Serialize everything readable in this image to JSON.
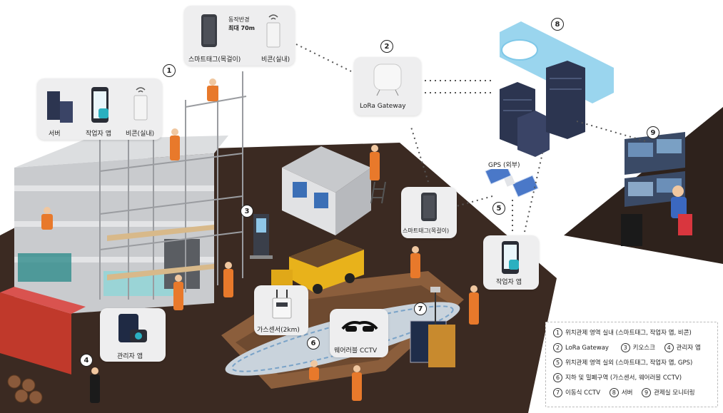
{
  "callouts": {
    "server": "서버",
    "worker_app_1": "작업자 앱",
    "beacon_1": "비콘(실내)",
    "range_line1": "동작반경",
    "range_line2": "최대 70m",
    "smart_tag_1": "스마트태그(목걸이)",
    "beacon_2": "비콘(실내)",
    "lora": "LoRa Gateway",
    "gps": "GPS (외부)",
    "smart_tag_2": "스마트태그(목걸이)",
    "worker_app_2": "작업자 앱",
    "manager_app": "관리자 앱",
    "gas_sensor": "가스센서(2km)",
    "wearable_cctv": "웨어러블 CCTV"
  },
  "markers": [
    "1",
    "2",
    "3",
    "4",
    "5",
    "6",
    "7",
    "8",
    "9"
  ],
  "legend": {
    "items": [
      {
        "n": "1",
        "text": "위치관제 영역 실내 (스마트태그, 작업자 앱, 비콘)"
      },
      {
        "n": "2",
        "text": "LoRa Gateway"
      },
      {
        "n": "3",
        "text": "키오스크"
      },
      {
        "n": "4",
        "text": "관리자 앱"
      },
      {
        "n": "5",
        "text": "위치관제 영역 실외 (스마트태그, 작업자 앱, GPS)"
      },
      {
        "n": "6",
        "text": "지하 및 밀폐구역 (가스센서, 웨어러블 CCTV)"
      },
      {
        "n": "7",
        "text": "이동식 CCTV"
      },
      {
        "n": "8",
        "text": "서버"
      },
      {
        "n": "9",
        "text": "관제실 모니터링"
      }
    ]
  },
  "colors": {
    "ground": "#3b2a22",
    "accent_orange": "#e8792b",
    "server_navy": "#2c3550",
    "cloud_blue": "#7fc8e8",
    "card_bg": "#eeeeef"
  }
}
